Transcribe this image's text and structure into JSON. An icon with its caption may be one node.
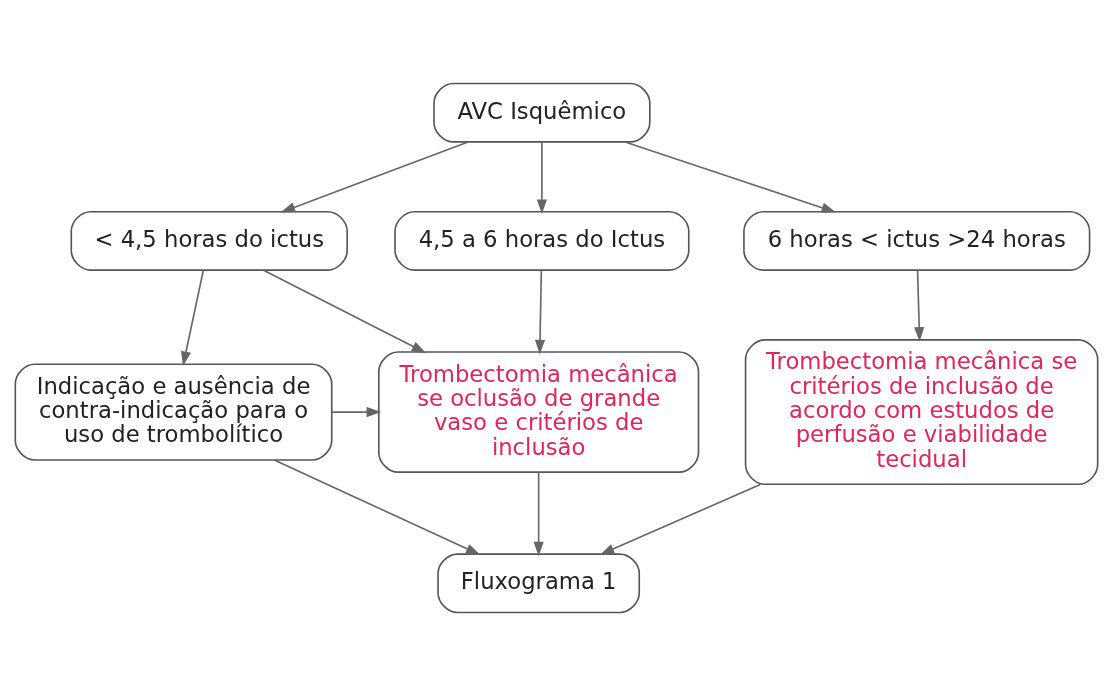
{
  "diagram": {
    "nodes": [
      {
        "text": [
          "AVC Isquêmico"
        ]
      },
      {
        "text": [
          "< 4,5 horas do ictus"
        ]
      },
      {
        "text": [
          "4,5 a 6 horas do Ictus"
        ]
      },
      {
        "text": [
          "6 horas < ictus >24 horas"
        ]
      },
      {
        "text": [
          "Indicação e ausência de contra-indicação para o uso de trombolítico"
        ]
      },
      {
        "text": [
          "Trombectomia mecânica se oclusão de grande vaso e critérios de inclusão"
        ]
      },
      {
        "text": [
          "Trombectomia mecânica se critérios de inclusão de acordo com estudos de perfusão e viabilidade tecidual"
        ]
      },
      {
        "text": [
          "Fluxograma 1"
        ]
      }
    ],
    "edges": [
      {
        "from": 0,
        "to": 1,
        "arrow": "to"
      },
      {
        "from": 0,
        "to": 2,
        "arrow": "to"
      },
      {
        "from": 0,
        "to": 3,
        "arrow": "to"
      },
      {
        "from": 1,
        "to": 4,
        "arrow": "to"
      },
      {
        "from": 1,
        "to": 5,
        "arrow": "to"
      },
      {
        "from": 2,
        "to": 5,
        "arrow": "to"
      },
      {
        "from": 3,
        "to": 6,
        "arrow": "to"
      },
      {
        "from": 4,
        "to": 5,
        "arrow": "to"
      },
      {
        "from": 4,
        "to": 7,
        "arrow": "to"
      },
      {
        "from": 5,
        "to": 7,
        "arrow": "to"
      },
      {
        "from": 6,
        "to": 7,
        "arrow": "to"
      }
    ]
  }
}
